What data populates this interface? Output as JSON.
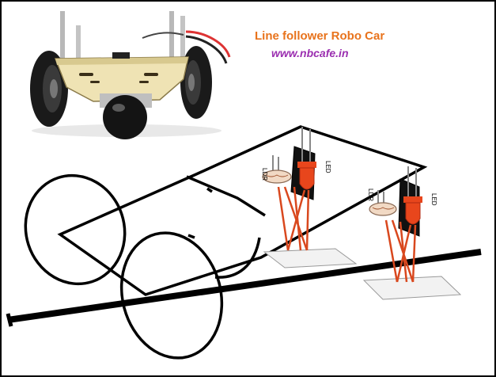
{
  "header": {
    "title": "Line follower Robo Car",
    "website": "www.nbcafe.in"
  },
  "sensors": {
    "front": {
      "ldr_label": "LDR",
      "led_label": "LED"
    },
    "rear": {
      "ldr_label": "LDR",
      "led_label": "LED"
    }
  },
  "colors": {
    "title": "#e8731c",
    "website": "#9b2fb0",
    "led": "#e8461c",
    "light_rays": "#d9481e",
    "outline": "#000000",
    "chassis_plate": "#efe3b4"
  },
  "illustrations": {
    "photo": "robot-car-photo",
    "sketch": "car-wireframe-sketch"
  }
}
